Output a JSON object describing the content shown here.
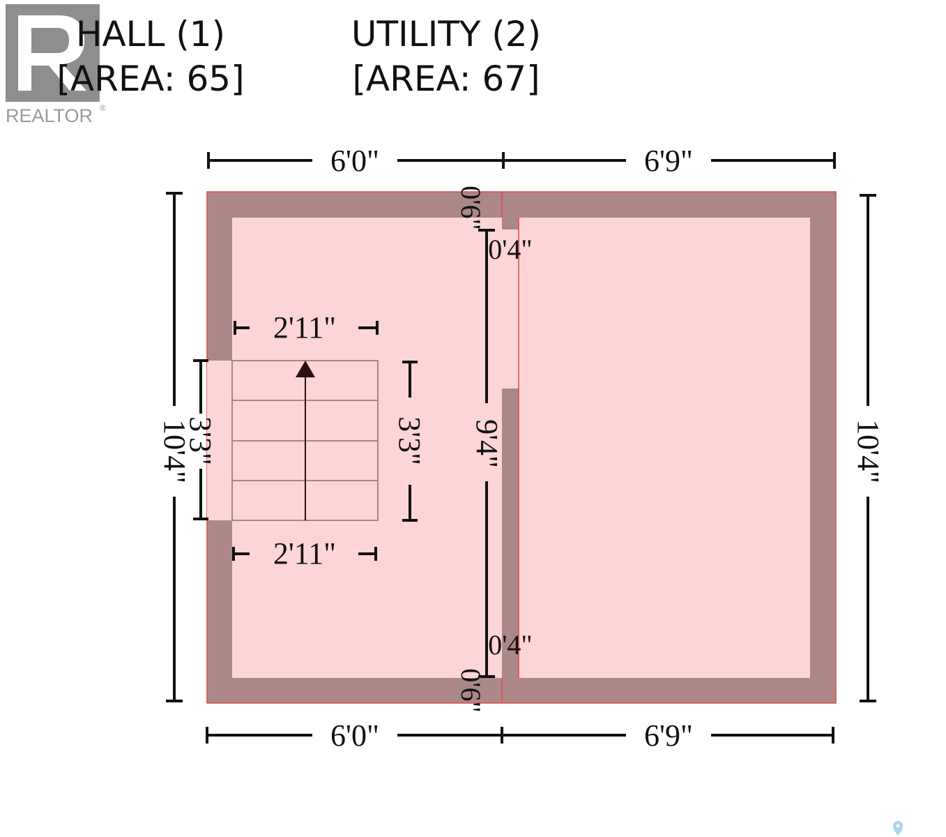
{
  "rooms": [
    {
      "name": "HALL (1)",
      "area": "[AREA: 65]"
    },
    {
      "name": "UTILITY (2)",
      "area": "[AREA: 67]"
    }
  ],
  "logo": {
    "text": "REALTOR",
    "mark": "®",
    "icon": "realtor-r-logo-icon"
  },
  "dimensions": {
    "top_left": "6'0\"",
    "top_right": "6'9\"",
    "bottom_left": "6'0\"",
    "bottom_right": "6'9\"",
    "left_height": "10'4\"",
    "right_height": "10'4\"",
    "partition_height": "9'4\"",
    "wall_top_gap": "0'6\"",
    "wall_bottom_gap": "0'6\"",
    "door_top": "0'4\"",
    "door_bottom": "0'4\"",
    "stair_width_top": "2'11\"",
    "stair_width_bottom": "2'11\"",
    "stair_height_left": "3'3\"",
    "stair_height_right": "3'3\""
  },
  "colors": {
    "floor": "#fdd5d7",
    "wall": "#ab8787",
    "outline": "#e04848",
    "stair_line": "#a78686",
    "arrow": "#2a1010"
  },
  "corner_icon": "location-pin-icon"
}
